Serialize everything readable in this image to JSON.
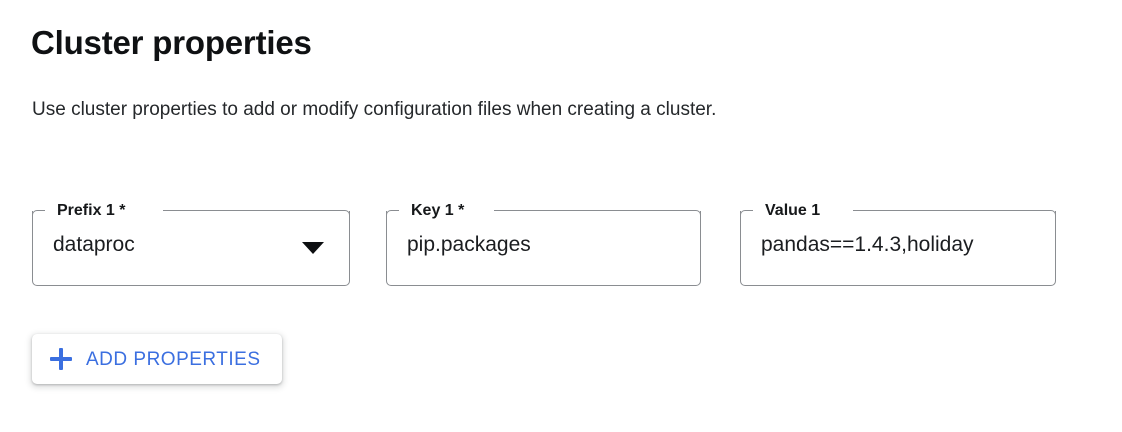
{
  "section": {
    "title": "Cluster properties",
    "description": "Use cluster properties to add or modify configuration files when creating a cluster."
  },
  "colors": {
    "accent": "#3b6fe0",
    "text_primary": "#202124",
    "field_border": "#8a8d91",
    "surface": "#ffffff"
  },
  "properties_row": {
    "prefix_field": {
      "label": "Prefix 1 *",
      "value": "dataproc",
      "caret_icon": "caret-down-icon",
      "type": "select"
    },
    "key_field": {
      "label": "Key 1 *",
      "value": "pip.packages",
      "placeholder": "",
      "type": "text"
    },
    "value_field": {
      "label": "Value 1",
      "value": "pandas==1.4.3,holiday",
      "placeholder": "",
      "type": "text"
    }
  },
  "add_button": {
    "label": "ADD PROPERTIES",
    "icon": "plus-icon"
  }
}
